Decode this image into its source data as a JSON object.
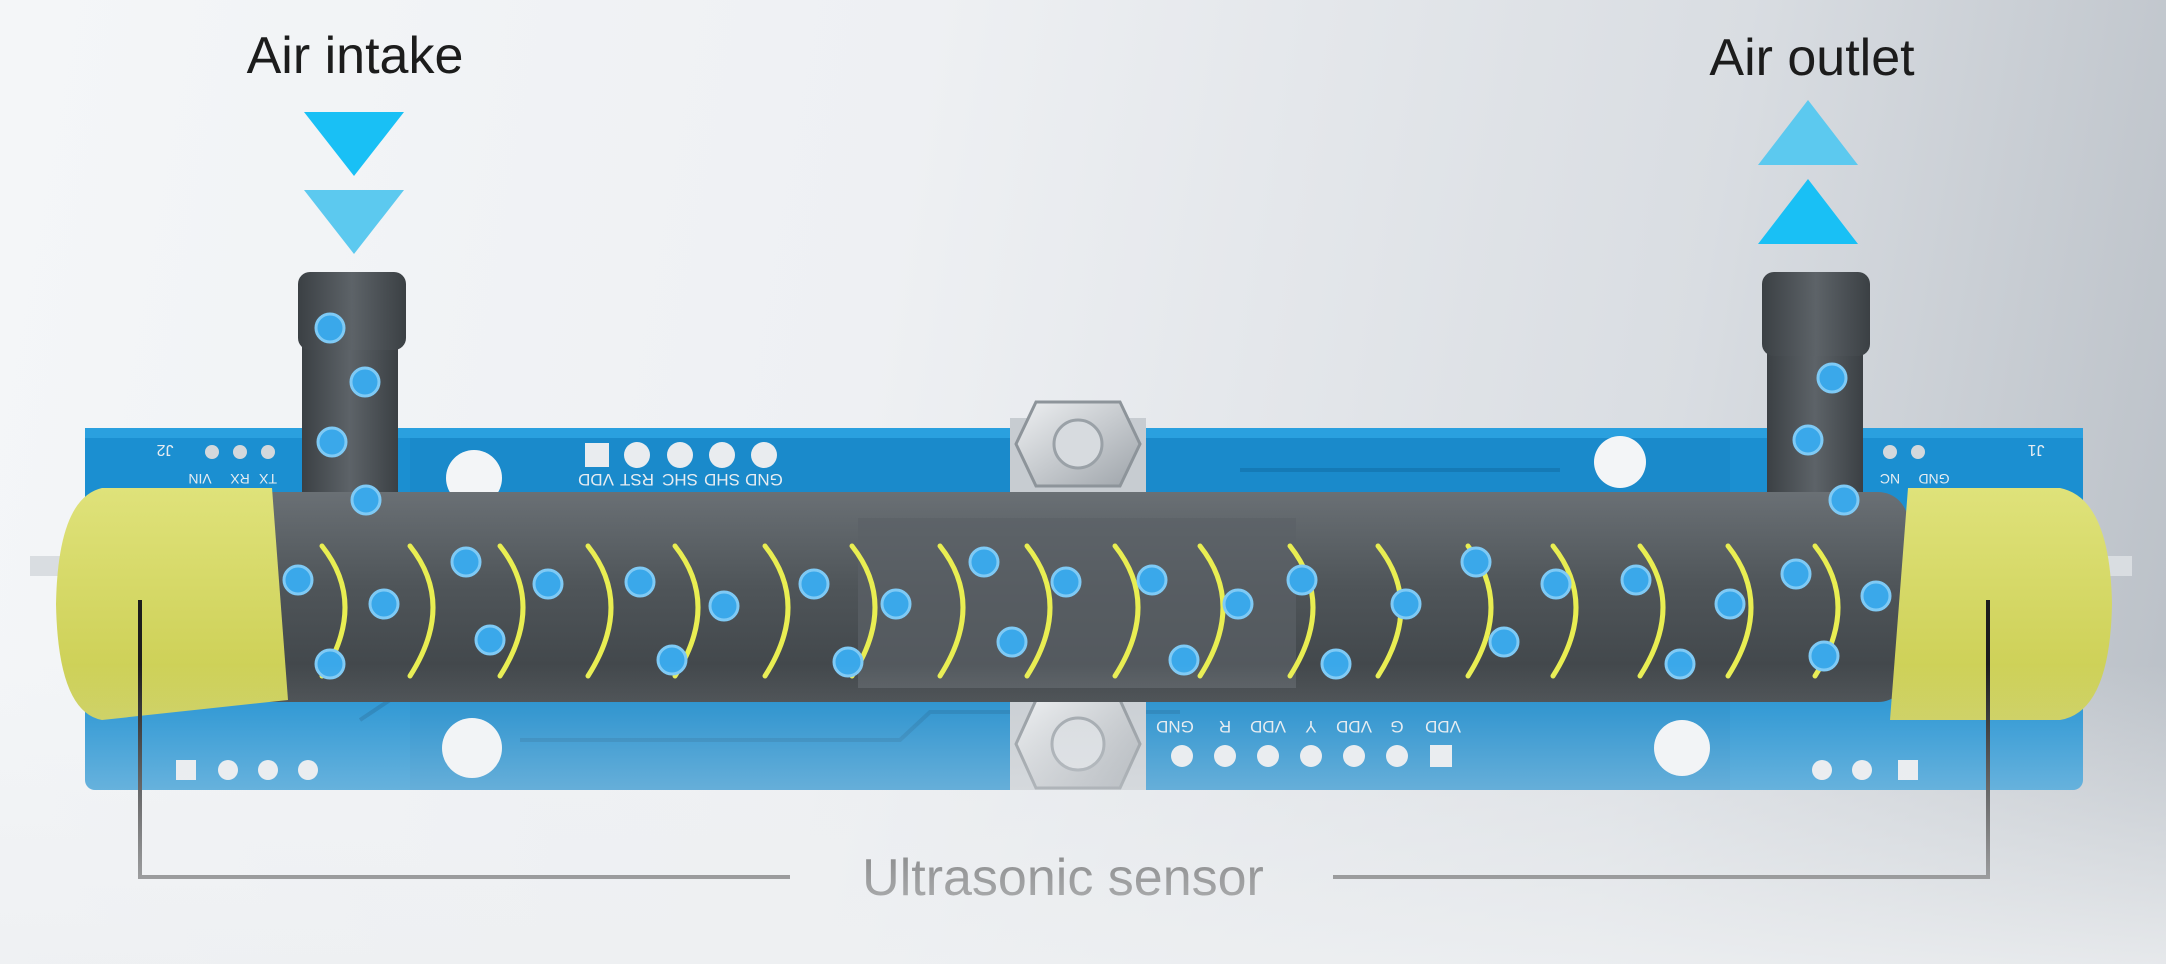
{
  "labels": {
    "air_intake": "Air intake",
    "air_outlet": "Air outlet",
    "ultrasonic_sensor": "Ultrasonic sensor"
  },
  "pcb_silkscreen": {
    "top_header": [
      "GND",
      "SHD",
      "SHC",
      "RST",
      "VDD"
    ],
    "bottom_header": [
      "GND",
      "R",
      "VDD",
      "Y",
      "VDD",
      "G",
      "VDD"
    ],
    "left_connector": "J2",
    "left_pins": [
      "VIN",
      "RX",
      "TX"
    ],
    "right_connector": "J1",
    "right_pins": [
      "GND",
      "NC"
    ]
  },
  "colors": {
    "flow_arrow": "#19c0f5",
    "flow_arrow_light": "#5cc9ef",
    "pcb_blue": "#1b8fd1",
    "tube_gray": "#4e5459",
    "transducer_yellow": "#d6d962",
    "wave_yellow": "#e9ee52",
    "bubble_blue": "#3aa8ea",
    "callout_line": "#1c1c1c"
  }
}
